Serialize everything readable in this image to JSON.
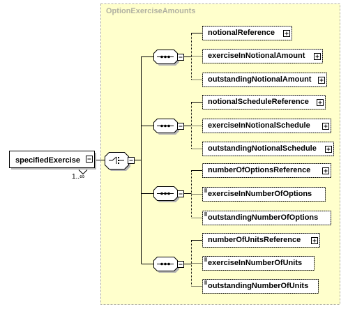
{
  "diagram": {
    "group_title": "OptionExerciseAmounts",
    "root": {
      "label": "specifiedExercise",
      "multiplicity": "1..∞"
    },
    "choices": [
      {
        "elements": [
          {
            "label": "notionalReference",
            "optional": false,
            "type": "complex"
          },
          {
            "label": "exerciseInNotionalAmount",
            "optional": true,
            "type": "complex"
          },
          {
            "label": "outstandingNotionalAmount",
            "optional": true,
            "type": "complex"
          }
        ]
      },
      {
        "elements": [
          {
            "label": "notionalScheduleReference",
            "optional": false,
            "type": "complex"
          },
          {
            "label": "exerciseInNotionalSchedule",
            "optional": true,
            "type": "complex"
          },
          {
            "label": "outstandingNotionalSchedule",
            "optional": true,
            "type": "complex"
          }
        ]
      },
      {
        "elements": [
          {
            "label": "numberOfOptionsReference",
            "optional": false,
            "type": "complex"
          },
          {
            "label": "exerciseInNumberOfOptions",
            "optional": true,
            "type": "simple"
          },
          {
            "label": "outstandingNumberOfOptions",
            "optional": true,
            "type": "simple"
          }
        ]
      },
      {
        "elements": [
          {
            "label": "numberOfUnitsReference",
            "optional": false,
            "type": "complex"
          },
          {
            "label": "exerciseInNumberOfUnits",
            "optional": true,
            "type": "simple"
          },
          {
            "label": "outstandingNumberOfUnits",
            "optional": true,
            "type": "simple"
          }
        ]
      }
    ],
    "colors": {
      "group_fill": "#ffffcc",
      "group_border": "#b1b1a1",
      "box_border": "#000000",
      "shadow": "#b4b4b4"
    }
  }
}
